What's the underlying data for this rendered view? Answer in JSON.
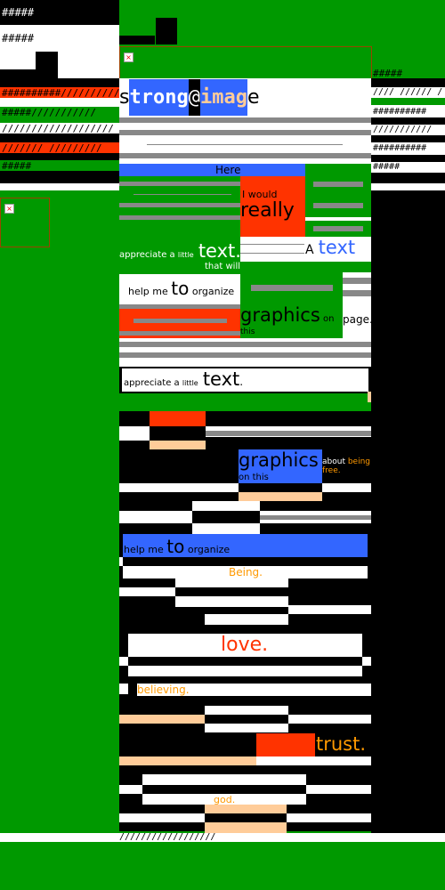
{
  "left_col": {
    "hash1": "#####",
    "hash2": "#####",
    "slash_red": "##########////////////",
    "slash_green": "#####///////////",
    "slash_white": "///////////////////",
    "slash_red2": "/////// /////////",
    "hash_green": "#####"
  },
  "right_col": {
    "hash1": "#####",
    "slash1": "//// ////// / ///////",
    "hash2": "########## ///",
    "slash2": "/////////// #####",
    "hash3": "##########",
    "hash4": "#####"
  },
  "main": {
    "title_s": "s",
    "title_strong": "trong",
    "title_at": "@",
    "title_imag": "imag",
    "title_e": "e",
    "here": "Here",
    "i_would": "I would",
    "really": "really",
    "appreciate_a": "appreciate a ",
    "little": "little",
    "text1": "text.",
    "that_will": "that will",
    "a_label": "A",
    "text_blue": "text",
    "help_me": "help me ",
    "to": "to",
    "organize": " organize",
    "graphics": "graphics",
    "on": " on",
    "page": "page.",
    "this": "this",
    "appreciate2_a": "appreciate a ",
    "little2": "little",
    "text2": "text",
    "dot": ".",
    "graphics2": "graphics",
    "about": "about ",
    "being": "being",
    "on_this": "on this",
    "free": "free.",
    "help2": "help me ",
    "to2": "to",
    "organize2": " organize",
    "being2": "Being.",
    "love": "love.",
    "believing": "believing.",
    "trust": "trust.",
    "god": "god.",
    "bottom_slash": "//////////////////"
  },
  "colors": {
    "green": "#009900",
    "red": "#ff3300",
    "blue": "#3366ff",
    "peach": "#ffcc99",
    "orange": "#ff9900",
    "gray": "#888888"
  }
}
